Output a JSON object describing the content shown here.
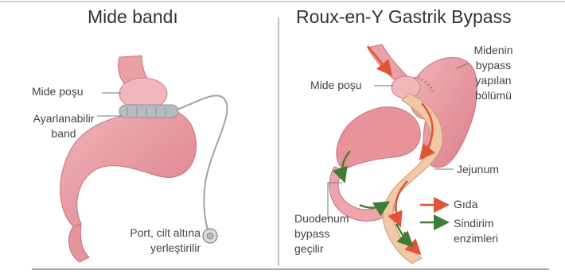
{
  "left_panel": {
    "title": "Mide bandı",
    "labels": {
      "pouch": "Mide poşu",
      "band_line1": "Ayarlanabilir",
      "band_line2": "band",
      "port_line1": "Port, cilt altına",
      "port_line2": "yerleştirilir"
    }
  },
  "right_panel": {
    "title": "Roux-en-Y Gastrik Bypass",
    "labels": {
      "pouch": "Mide poşu",
      "bypassed_line1": "Midenin",
      "bypassed_line2": "bypass",
      "bypassed_line3": "yapılan",
      "bypassed_line4": "bölümü",
      "jejunum": "Jejunum",
      "duodenum_line1": "Duodenum",
      "duodenum_line2": "bypass",
      "duodenum_line3": "geçilir"
    },
    "legend": {
      "food": "Gıda",
      "enzymes_line1": "Sindirim",
      "enzymes_line2": "enzimleri"
    }
  },
  "colors": {
    "stomach": "#e8929a",
    "stomach_light": "#f3c2c4",
    "intestine": "#f2c9a6",
    "band": "#b9bcbf",
    "food_arrow": "#e0553a",
    "enzyme_arrow": "#3f7d35",
    "divider": "#9a9a9a"
  }
}
